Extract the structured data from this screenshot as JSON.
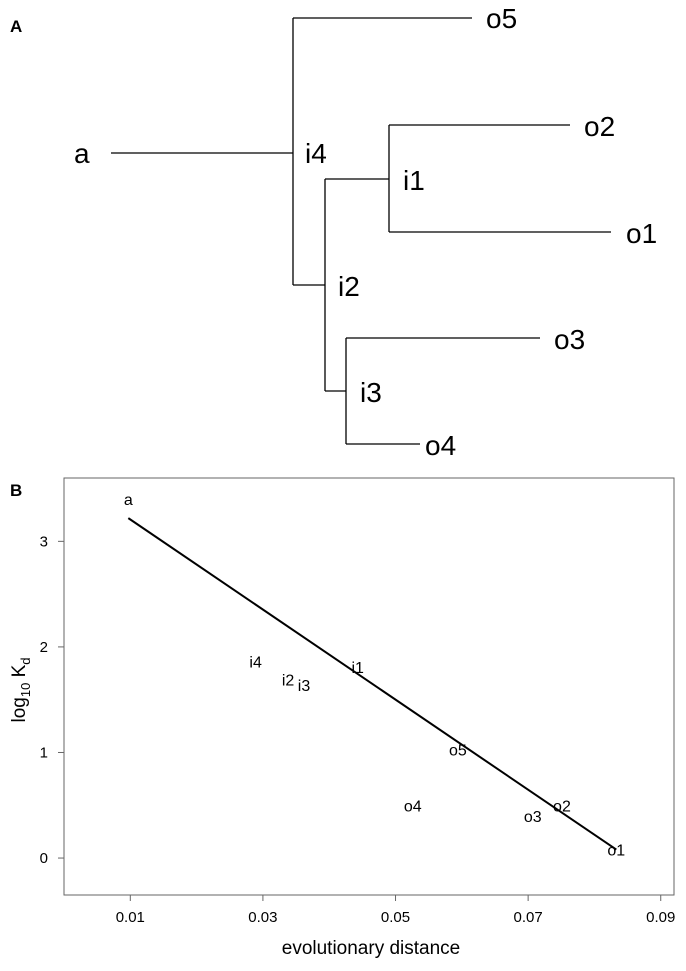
{
  "panels": {
    "a_label": "A",
    "b_label": "B"
  },
  "tree": {
    "nodes": [
      "a",
      "i4",
      "o5",
      "i2",
      "i1",
      "o2",
      "o1",
      "i3",
      "o3",
      "o4"
    ]
  },
  "chart_data": {
    "type": "scatter",
    "title": "",
    "xlabel": "evolutionary distance",
    "ylabel_main": "log",
    "ylabel_sub": "10",
    "ylabel_tail": " K",
    "ylabel_sub2": "d",
    "xlim": [
      0.0,
      0.092
    ],
    "ylim": [
      -0.35,
      3.6
    ],
    "xticks": [
      "0.01",
      "0.03",
      "0.05",
      "0.07",
      "0.09"
    ],
    "xtick_values": [
      0.01,
      0.03,
      0.05,
      0.07,
      0.09
    ],
    "yticks": [
      "0",
      "1",
      "2",
      "3"
    ],
    "ytick_values": [
      0,
      1,
      2,
      3
    ],
    "grid": false,
    "points": [
      {
        "label": "a",
        "x": 0.0097,
        "y": 3.4
      },
      {
        "label": "i4",
        "x": 0.0289,
        "y": 1.86
      },
      {
        "label": "i2",
        "x": 0.0338,
        "y": 1.69
      },
      {
        "label": "i3",
        "x": 0.0362,
        "y": 1.64
      },
      {
        "label": "i1",
        "x": 0.0443,
        "y": 1.81
      },
      {
        "label": "o5",
        "x": 0.0594,
        "y": 1.03
      },
      {
        "label": "o4",
        "x": 0.0526,
        "y": 0.5
      },
      {
        "label": "o3",
        "x": 0.0707,
        "y": 0.4
      },
      {
        "label": "o2",
        "x": 0.0751,
        "y": 0.5
      },
      {
        "label": "o1",
        "x": 0.0833,
        "y": 0.08
      }
    ],
    "fit_line": {
      "x": [
        0.0097,
        0.0833
      ],
      "y": [
        3.22,
        0.08
      ]
    }
  }
}
